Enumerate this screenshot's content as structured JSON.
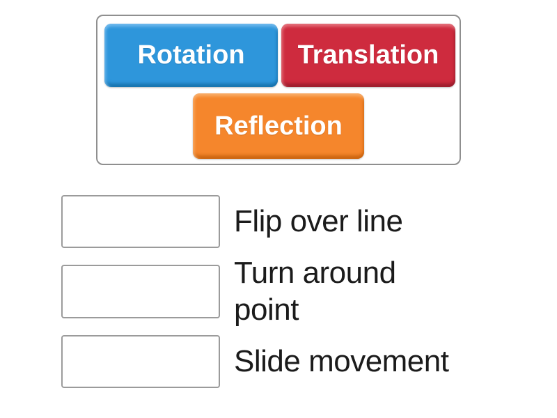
{
  "activity": {
    "kind": "match-up"
  },
  "keywords": [
    {
      "label": "Rotation",
      "color_main": "#2E96DB",
      "color_light": "#6FB9ED",
      "color_dark": "#1873AE"
    },
    {
      "label": "Translation",
      "color_main": "#CE2B3E",
      "color_light": "#E4707B",
      "color_dark": "#9C1E2D"
    },
    {
      "label": "Reflection",
      "color_main": "#F5862C",
      "color_light": "#F9AD69",
      "color_dark": "#CC6510"
    }
  ],
  "answer_slots": [
    {
      "value": ""
    },
    {
      "value": ""
    },
    {
      "value": ""
    }
  ],
  "definitions": [
    {
      "text": "Flip over line"
    },
    {
      "text": "Turn around point"
    },
    {
      "text": "Slide movement"
    }
  ],
  "colors": {
    "page_background": "#ffffff",
    "panel_border": "#8f8f8f",
    "slot_border": "#9b9b9b",
    "definition_text": "#1b1b1b",
    "keyword_text": "#ffffff"
  }
}
